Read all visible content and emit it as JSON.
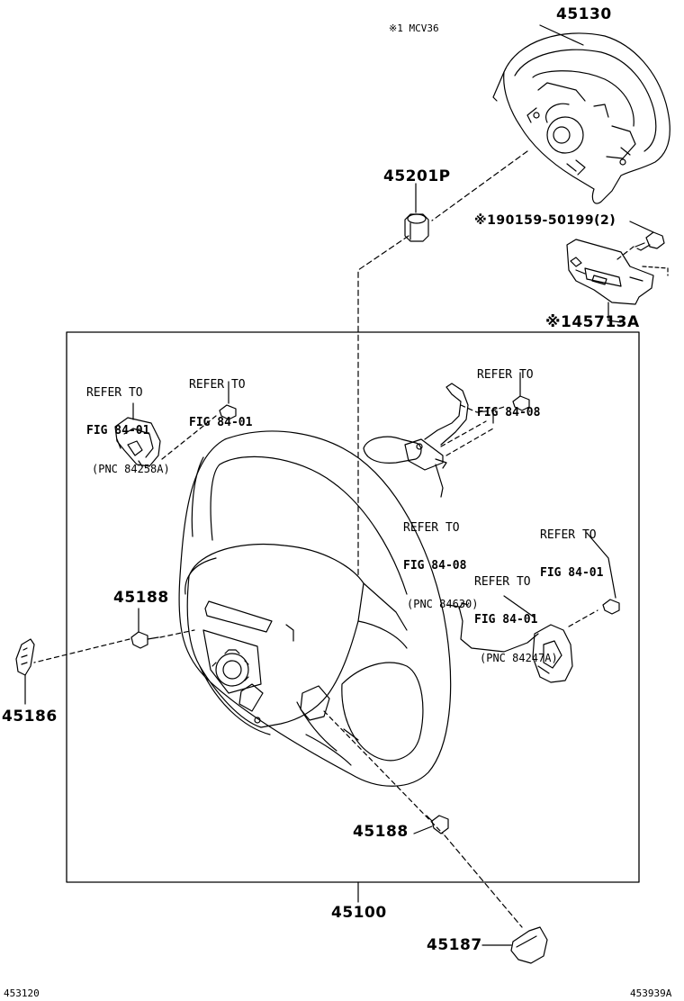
{
  "note_top": "※1 MCV36",
  "parts": {
    "p45130": "45130",
    "p45201P": "45201P",
    "p90159": "※190159-50199(2)",
    "p45713A": "※145713A",
    "p45188_upper": "45188",
    "p45186": "45186",
    "p45188_lower": "45188",
    "p45100": "45100",
    "p45187": "45187"
  },
  "refs": {
    "ref1": {
      "line1": "REFER TO",
      "line2": "FIG 84-01",
      "line3": "(PNC 84258A)"
    },
    "ref2": {
      "line1": "REFER TO",
      "line2": "FIG 84-01"
    },
    "ref3": {
      "line1": "REFER TO",
      "line2": "FIG 84-08"
    },
    "ref4": {
      "line1": "REFER TO",
      "line2": "FIG 84-08",
      "line3": "(PNC 84630)"
    },
    "ref5": {
      "line1": "REFER TO",
      "line2": "FIG 84-01"
    },
    "ref6": {
      "line1": "REFER TO",
      "line2": "FIG 84-01",
      "line3": "(PNC 84247A)"
    }
  },
  "footer": {
    "left_code": "453120",
    "right_code": "453939A"
  }
}
